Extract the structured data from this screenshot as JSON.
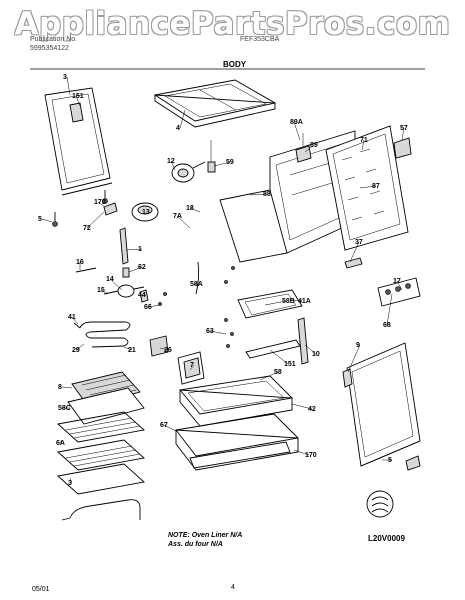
{
  "watermark": "AppliancePartsPros.com",
  "header": {
    "line1_left": "Publication No.",
    "line2_left": "5995354122",
    "line1_right": "FEF353CBA",
    "section_title": "BODY"
  },
  "note": {
    "line1": "NOTE: Oven Liner N/A",
    "line2": "Ass. du four N/A"
  },
  "diagram_code": "L20V0009",
  "footer": {
    "date": "05/01",
    "page": "4"
  },
  "callouts": [
    "3",
    "151",
    "4",
    "89A",
    "71",
    "57",
    "89",
    "12",
    "59",
    "88",
    "87",
    "5",
    "170",
    "72",
    "13",
    "18",
    "7A",
    "1",
    "37",
    "16",
    "14",
    "62",
    "17",
    "15",
    "44",
    "58A",
    "58B",
    "41A",
    "66",
    "41",
    "63",
    "68",
    "29",
    "21",
    "26",
    "7",
    "151",
    "10",
    "9",
    "8",
    "58C",
    "6A",
    "58",
    "42",
    "3",
    "67",
    "170",
    "5"
  ]
}
